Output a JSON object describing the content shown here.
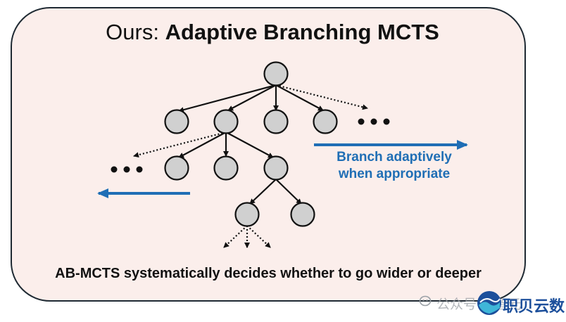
{
  "title": {
    "prefix": "Ours: ",
    "emphasis": "Adaptive Branching MCTS"
  },
  "annotation": {
    "line1": "Branch adaptively",
    "line2": "when appropriate"
  },
  "caption": "AB-MCTS systematically decides whether to go wider or deeper",
  "watermark": {
    "text": "公众号·新智元",
    "brand": "职贝云数"
  },
  "colors": {
    "card_bg": "#fbeeeb",
    "border": "#1f2a33",
    "node": "#d0d0d0",
    "accent_blue": "#1f6eb5"
  }
}
